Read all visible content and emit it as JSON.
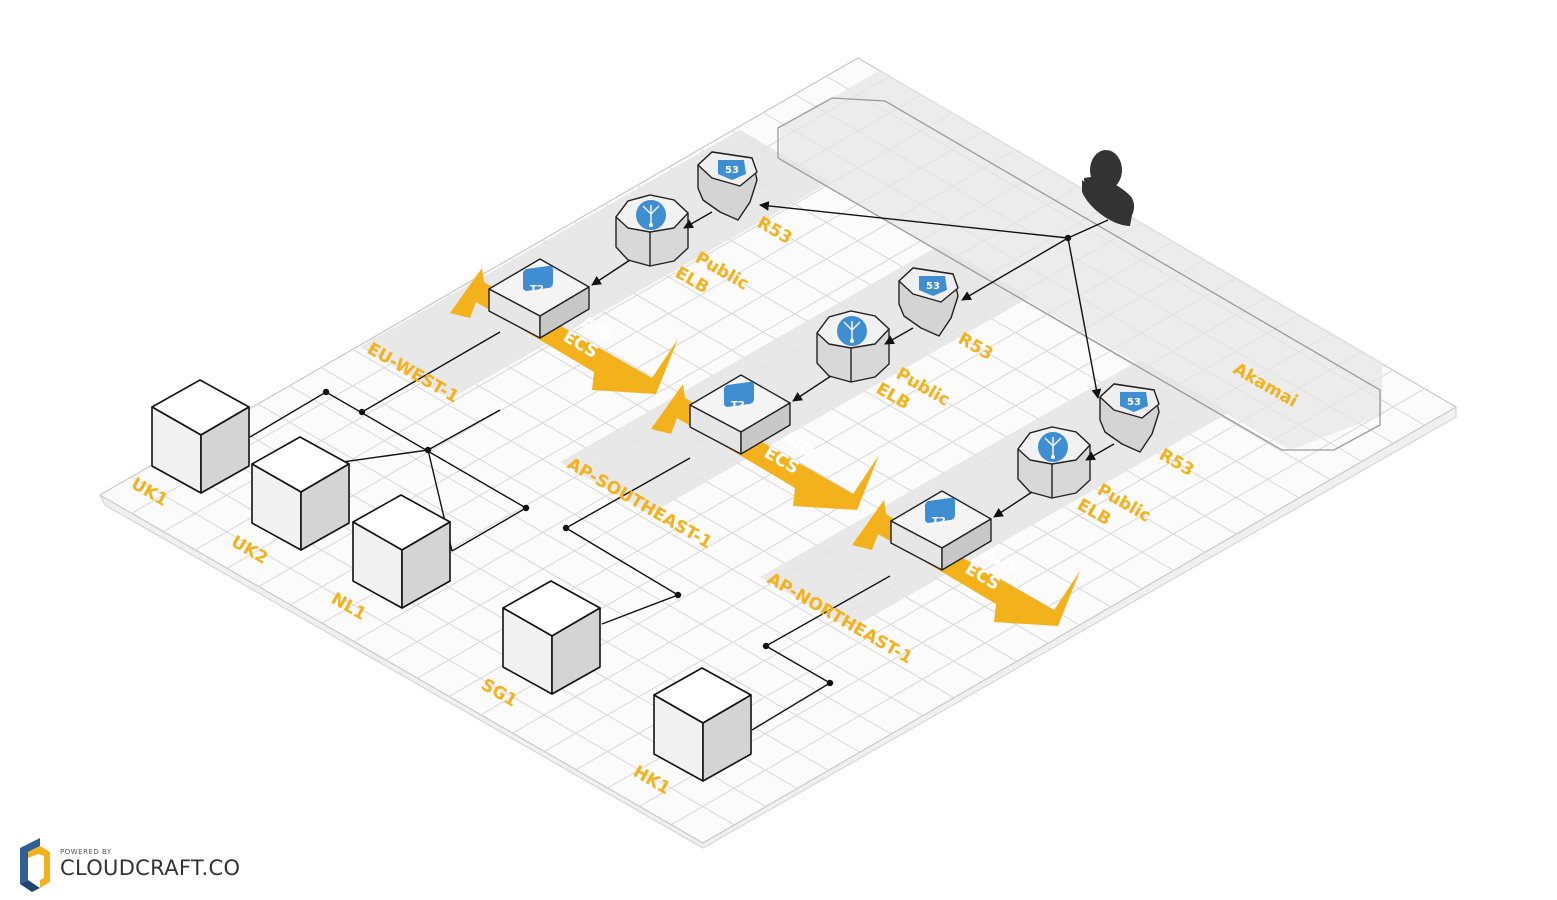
{
  "labels": {
    "akamai": "Akamai",
    "eu_region": "EU-WEST-1",
    "ap_se_region": "AP-SOUTHEAST-1",
    "ap_ne_region": "AP-NORTHEAST-1",
    "r53": "R53",
    "elb_line1": "Public",
    "elb_line2": "ELB",
    "aid": "AID",
    "ecs": "ECS",
    "t2": "T2",
    "route53_badge": "53",
    "uk1": "UK1",
    "uk2": "UK2",
    "nl1": "NL1",
    "sg1": "SG1",
    "hk1": "HK1"
  },
  "logo": {
    "powered_by": "POWERED BY",
    "name": "CLOUDCRAFT.CO"
  },
  "colors": {
    "accent": "#f3b21b",
    "service_blue": "#3f8ed1",
    "grid_line": "#d3d3d3",
    "zone_fill": "#e4e4e4",
    "user_icon": "#333333"
  },
  "icons": {
    "user": "user-icon",
    "route53": "route53-icon",
    "elb": "load-balancer-icon",
    "ec2": "t2-instance-icon",
    "datacenter": "cube-icon"
  }
}
